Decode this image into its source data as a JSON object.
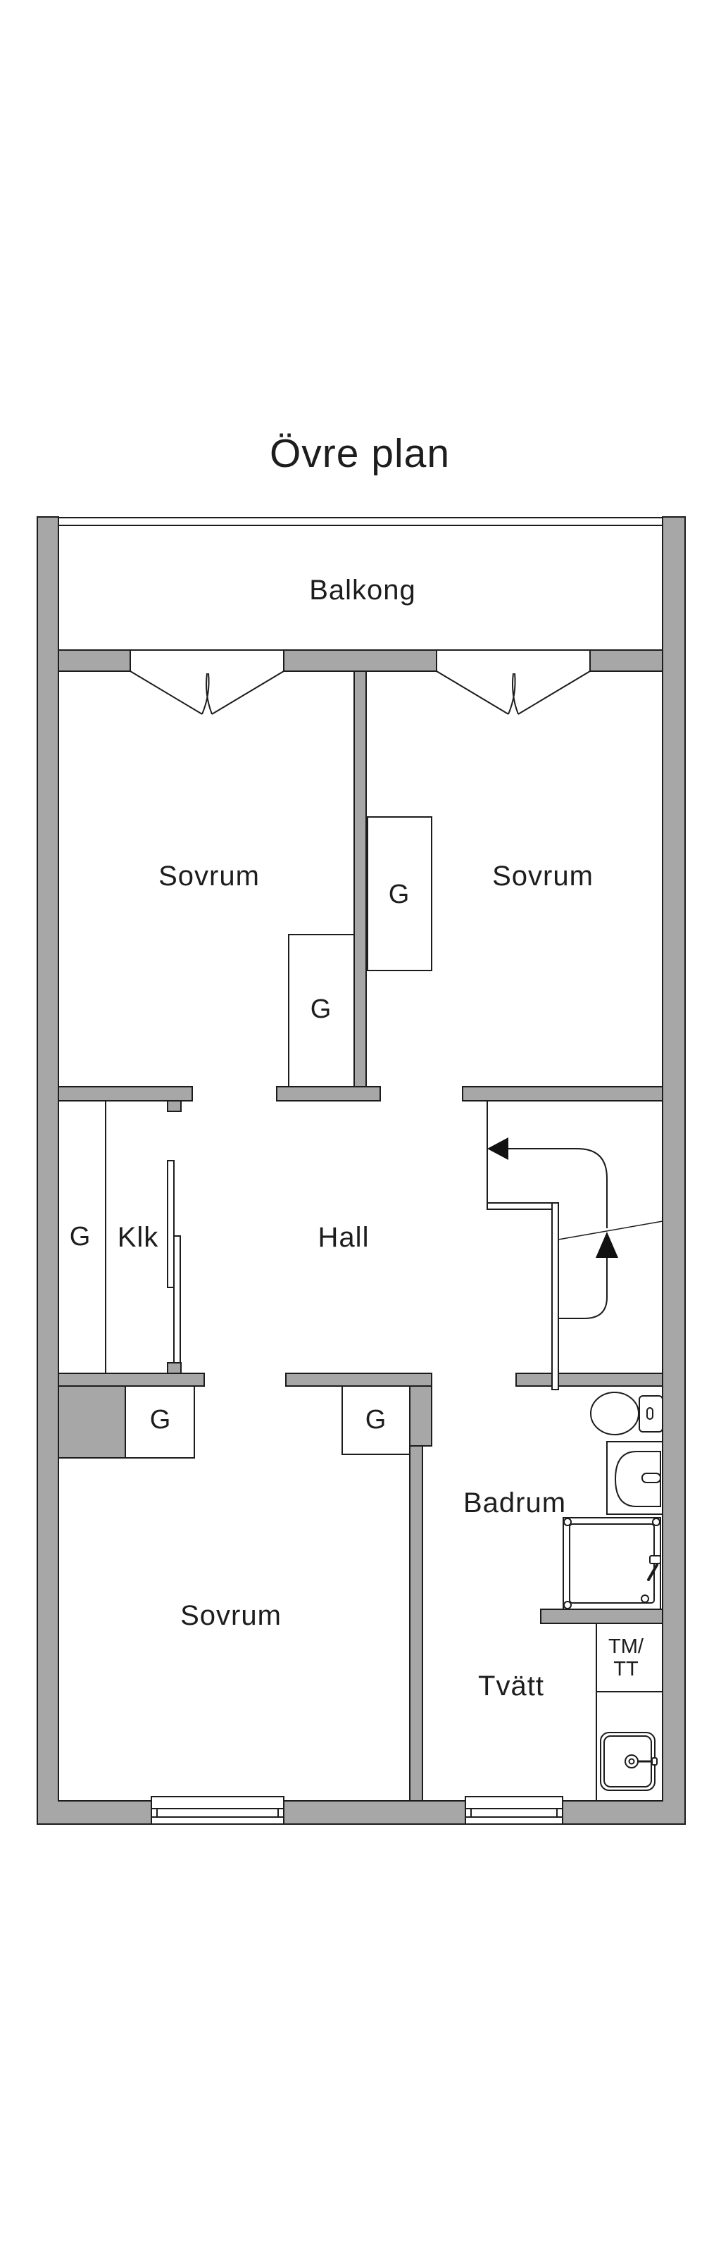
{
  "title": "Övre plan",
  "rooms": {
    "balkong": "Balkong",
    "sovrum_left": "Sovrum",
    "sovrum_right": "Sovrum",
    "klk": "Klk",
    "hall": "Hall",
    "sovrum_bottom": "Sovrum",
    "badrum": "Badrum",
    "tvatt": "Tvätt"
  },
  "closets": {
    "g_right_upper": "G",
    "g_mid": "G",
    "g_klk": "G",
    "g_bottom_left": "G",
    "g_bottom_right": "G"
  },
  "appliances": {
    "tm_tt_line1": "TM/",
    "tm_tt_line2": "TT"
  },
  "fixtures": [
    "toilet",
    "bathroom-sink",
    "shower",
    "washer-dryer",
    "laundry-sink",
    "staircase-up-arrow",
    "staircase-exit-arrow"
  ],
  "colors": {
    "wall": "#a7a7a7",
    "line": "#1c1c1c",
    "text": "#1d1d1d",
    "background": "#ffffff"
  }
}
